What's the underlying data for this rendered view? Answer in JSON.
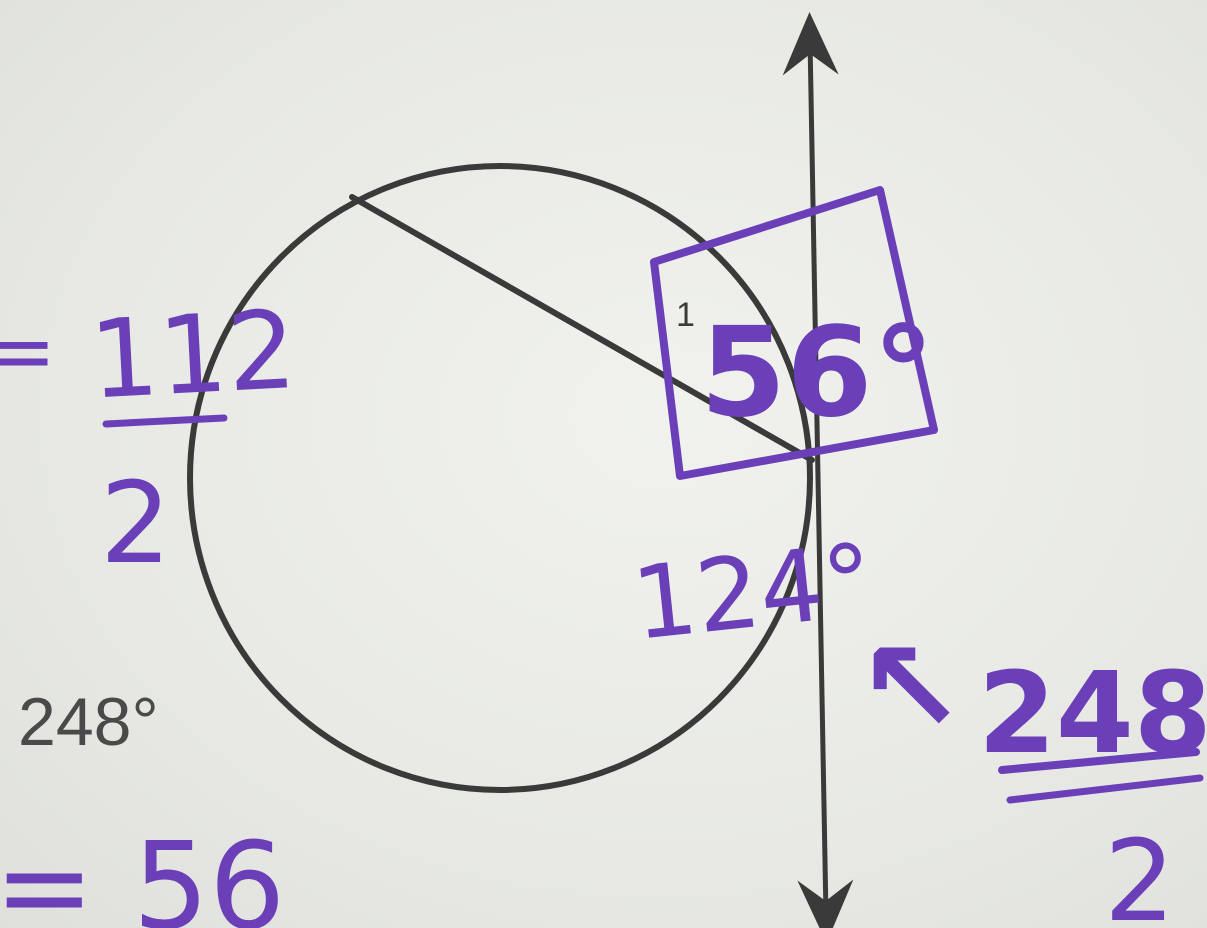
{
  "diagram": {
    "printed_arc_label": "248°",
    "angle_label": "1"
  },
  "handwriting": {
    "left_fraction_numerator": "112",
    "left_fraction_denominator": "2",
    "left_fraction_prefix": "=",
    "bottom_result": "= 56",
    "boxed_answer": "56°",
    "lower_arc": "124°",
    "arrow_note": "↖",
    "right_fraction_numerator": "248",
    "right_fraction_denominator": "2"
  },
  "colors": {
    "ink_print": "#3a3a3a",
    "ink_pen": "#6a3fb8",
    "paper": "#e9eae6"
  }
}
